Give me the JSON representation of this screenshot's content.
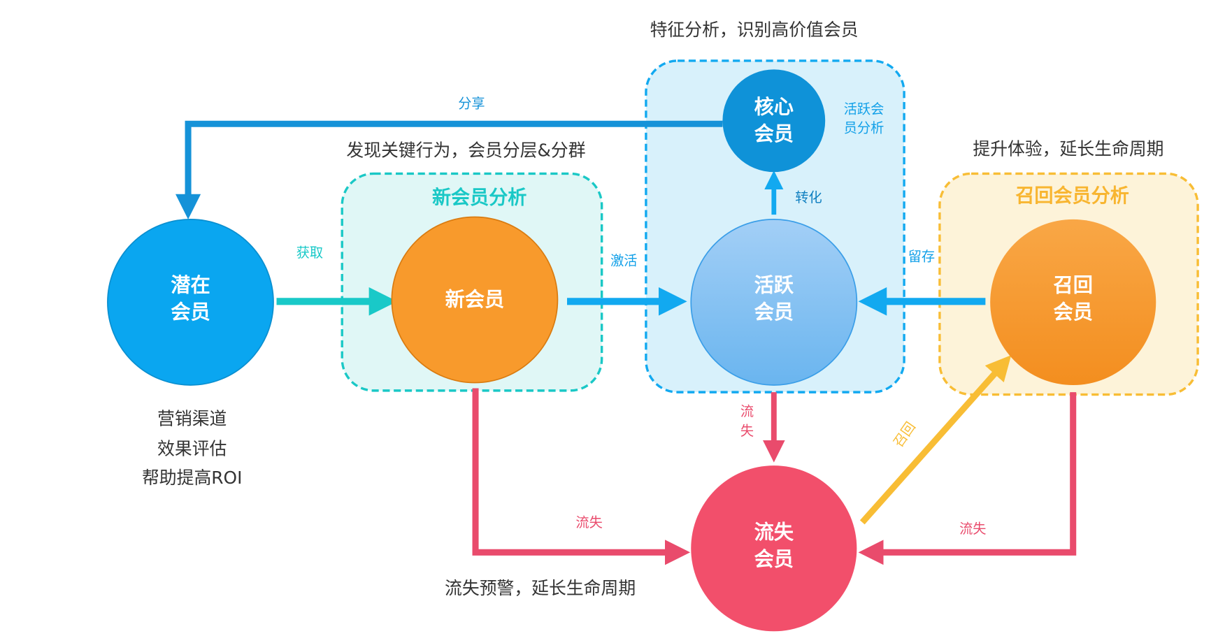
{
  "annotations": {
    "feature_analysis": "特征分析，识别高价值会员",
    "discover_behavior": "发现关键行为，会员分层&分群",
    "improve_experience": "提升体验，延长生命周期",
    "marketing": [
      "营销渠道",
      "效果评估",
      "帮助提高ROI"
    ],
    "churn_warning": "流失预警，延长生命周期"
  },
  "groups": {
    "new_analysis": "新会员分析",
    "active_analysis": [
      "活跃会",
      "员分析"
    ],
    "recall_analysis": "召回会员分析"
  },
  "nodes": {
    "potential": [
      "潜在",
      "会员"
    ],
    "new": "新会员",
    "active": [
      "活跃",
      "会员"
    ],
    "core": [
      "核心",
      "会员"
    ],
    "recall": [
      "召回",
      "会员"
    ],
    "lost": [
      "流失",
      "会员"
    ]
  },
  "edges": {
    "share": "分享",
    "acquire": "获取",
    "activate": "激活",
    "retain": "留存",
    "convert": "转化",
    "churn_active": [
      "流",
      "失"
    ],
    "churn_new": "流失",
    "churn_recall": "流失",
    "recall": "召回"
  },
  "colors": {
    "blue": "#0ea5f0",
    "orange": "#f89a2c",
    "red": "#f14f6c",
    "teal": "#1ac8c6",
    "yellow": "#f8bd35"
  }
}
